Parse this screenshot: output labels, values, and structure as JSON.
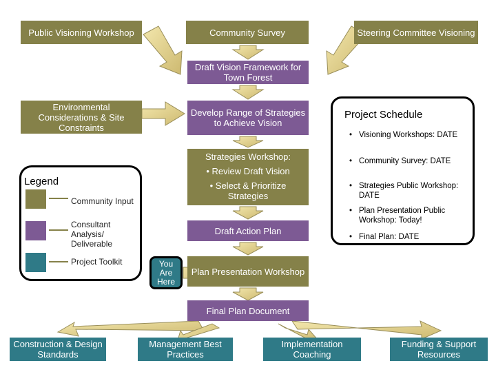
{
  "boxes": {
    "public_workshop": "Public Visioning Workshop",
    "community_survey": "Community Survey",
    "steering": "Steering Committee Visioning",
    "draft_vision": "Draft Vision Framework for Town Forest",
    "environmental": "Environmental Considerations & Site Constraints",
    "develop_range": "Develop Range of Strategies to Achieve Vision",
    "strategies_workshop": {
      "title": "Strategies Workshop:",
      "bullets": [
        "Review Draft Vision",
        "Select & Prioritize Strategies"
      ]
    },
    "draft_action": "Draft Action Plan",
    "plan_presentation": "Plan Presentation Workshop",
    "final_plan": "Final Plan Document",
    "construction": "Construction & Design Standards",
    "management": "Management Best Practices",
    "implementation": "Implementation Coaching",
    "funding": "Funding & Support Resources"
  },
  "you_are_here": [
    "You",
    "Are",
    "Here"
  ],
  "legend": {
    "title": "Legend",
    "items": [
      {
        "label": "Community Input",
        "color": "#858149"
      },
      {
        "label": "Consultant Analysis/ Deliverable",
        "color": "#7d5a94"
      },
      {
        "label": "Project Toolkit",
        "color": "#2f7a87"
      }
    ]
  },
  "schedule": {
    "title": "Project Schedule",
    "items": [
      {
        "bullet": "•",
        "text": "Visioning Workshops: DATE"
      },
      {
        "bullet": "•",
        "text": "Community Survey: DATE"
      },
      {
        "bullet": "•",
        "text": "Strategies Public Workshop: DATE"
      },
      {
        "bullet": "•",
        "text": "Plan Presentation Public Workshop: Today!"
      },
      {
        "bullet": "•",
        "text": "Final Plan: DATE"
      }
    ]
  },
  "colors": {
    "community_input": "#858149",
    "consultant": "#7d5a94",
    "toolkit": "#2f7a87",
    "arrow_fill": "#e9d88e",
    "arrow_stroke": "#9a8f5a"
  }
}
